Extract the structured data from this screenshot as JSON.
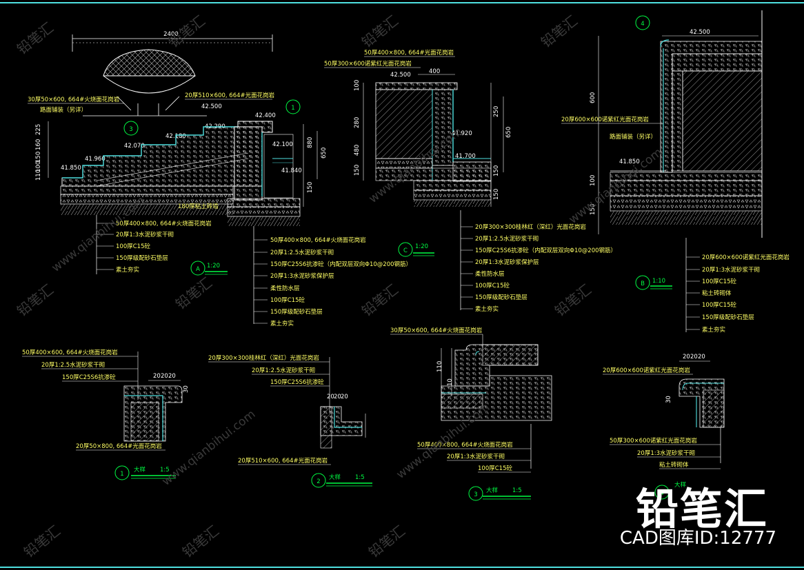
{
  "colors": {
    "background": "#000000",
    "line": "#ffffff",
    "cyan": "#4fe0e0",
    "green": "#00ff44",
    "yellow": "#ffff66",
    "magenta": "#ff44ff",
    "red": "#ff3333"
  },
  "brand": {
    "name": "铅笔汇",
    "id": "CAD图库ID:12777"
  },
  "watermark": "铅笔汇",
  "watermark_url": "www.qianbihui.com",
  "sectionA": {
    "dim_top": "2400",
    "label_top_left": "30厚50×600, 664#火烧面花岗岩",
    "label_top_right": "20厚510×600, 664#光面花岗岩",
    "pave_label": "路面铺装（另详）",
    "elev": [
      "42.500",
      "42.400",
      "42.290",
      "42.180",
      "42.070",
      "41.960",
      "41.850",
      "42.100",
      "41.840"
    ],
    "dim_left": [
      "225",
      "160",
      "150",
      "100",
      "110"
    ],
    "dim_right": [
      "880",
      "650",
      "150"
    ],
    "marker1": "1",
    "marker3": "3",
    "bottom_note": "180厚粘土砖墙",
    "notes": [
      "50厚400×800, 664#火烧面花岗岩",
      "20厚1:3水泥砂浆干砌",
      "100厚C15砼",
      "150厚级配砂石垫层",
      "素土夯实"
    ],
    "notes_right": [
      "50厚400×800, 664#火烧面花岗岩",
      "20厚1:2.5水泥砂浆干砌",
      "150厚C25S6抗渗砼（内配双层双向Φ10@200钢筋）",
      "20厚1:3水泥砂浆保护层",
      "柔性防水层",
      "100厚C15砼",
      "150厚级配砂石垫层",
      "素土夯实"
    ],
    "tag": "A",
    "scale": "1:20"
  },
  "sectionC": {
    "label1": "50厚400×800, 664#光面花岗岩",
    "label2": "50厚300×600诺紫红光面花岗岩",
    "elev": [
      "42.500",
      "41.920",
      "41.700"
    ],
    "dim_top": "400",
    "dim_left": [
      "100",
      "280",
      "480",
      "150"
    ],
    "dim_right": [
      "250",
      "650",
      "150",
      "150"
    ],
    "notes": [
      "20厚300×300桂林红（深红）光面花岗岩",
      "20厚1:2.5水泥砂浆干砌",
      "150厚C25S6抗渗砼（内配双层双向Φ10@200钢筋）",
      "20厚1:3水泥砂浆保护层",
      "柔性防水层",
      "100厚C15砼",
      "150厚级配砂石垫层",
      "素土夯实"
    ],
    "tag": "C",
    "scale": "1:20"
  },
  "sectionB": {
    "marker": "4",
    "elev": [
      "42.500",
      "41.850"
    ],
    "label1": "20厚600×600诺紫红光面花岗岩",
    "pave_label": "路面铺装（另详）",
    "dim_left": [
      "600",
      "100",
      "150"
    ],
    "notes": [
      "20厚600×600诺紫红光面花岗岩",
      "20厚1:3水泥砂浆干砌",
      "100厚C15砼",
      "粘土砖砌体",
      "100厚C15砼",
      "150厚级配砂石垫层",
      "素土夯实"
    ],
    "tag": "B",
    "scale": "1:10"
  },
  "detail1": {
    "labels": [
      "50厚400×600, 664#火烧面花岗岩",
      "20厚1:2.5水泥砂浆干砌",
      "150厚C25S6抗渗砼"
    ],
    "bottom": "20厚50×800, 664#光面花岗岩",
    "dims": [
      "20",
      "20",
      "20",
      "30"
    ],
    "tag": "1",
    "title": "大样",
    "scale": "1:5"
  },
  "detail2": {
    "labels": [
      "20厚300×300桂林红（深红）光面花岗岩",
      "20厚1:2.5水泥砂浆干砌",
      "150厚C25S6抗渗砼"
    ],
    "bottom": "20厚510×600, 664#光面花岗岩",
    "dims": [
      "20",
      "20",
      "20"
    ],
    "tag": "2",
    "title": "大样",
    "scale": "1:5"
  },
  "detail3": {
    "top": "30厚50×600, 664#火烧面花岗岩",
    "labels": [
      "50厚400×800, 664#火烧面花岗岩",
      "20厚1:3水泥砂浆干砌",
      "100厚C15砼"
    ],
    "dims": [
      "110",
      "10"
    ],
    "tag": "3",
    "title": "大样",
    "scale": "1:5"
  },
  "detail4": {
    "top": "20厚600×600诺紫红光面花岗岩",
    "labels": [
      "50厚300×600诺紫红光面花岗岩",
      "20厚1:3水泥砂浆干砌",
      "粘土砖砌体"
    ],
    "dims": [
      "20",
      "20",
      "20",
      "30"
    ],
    "tag": "4",
    "title": "大样"
  }
}
